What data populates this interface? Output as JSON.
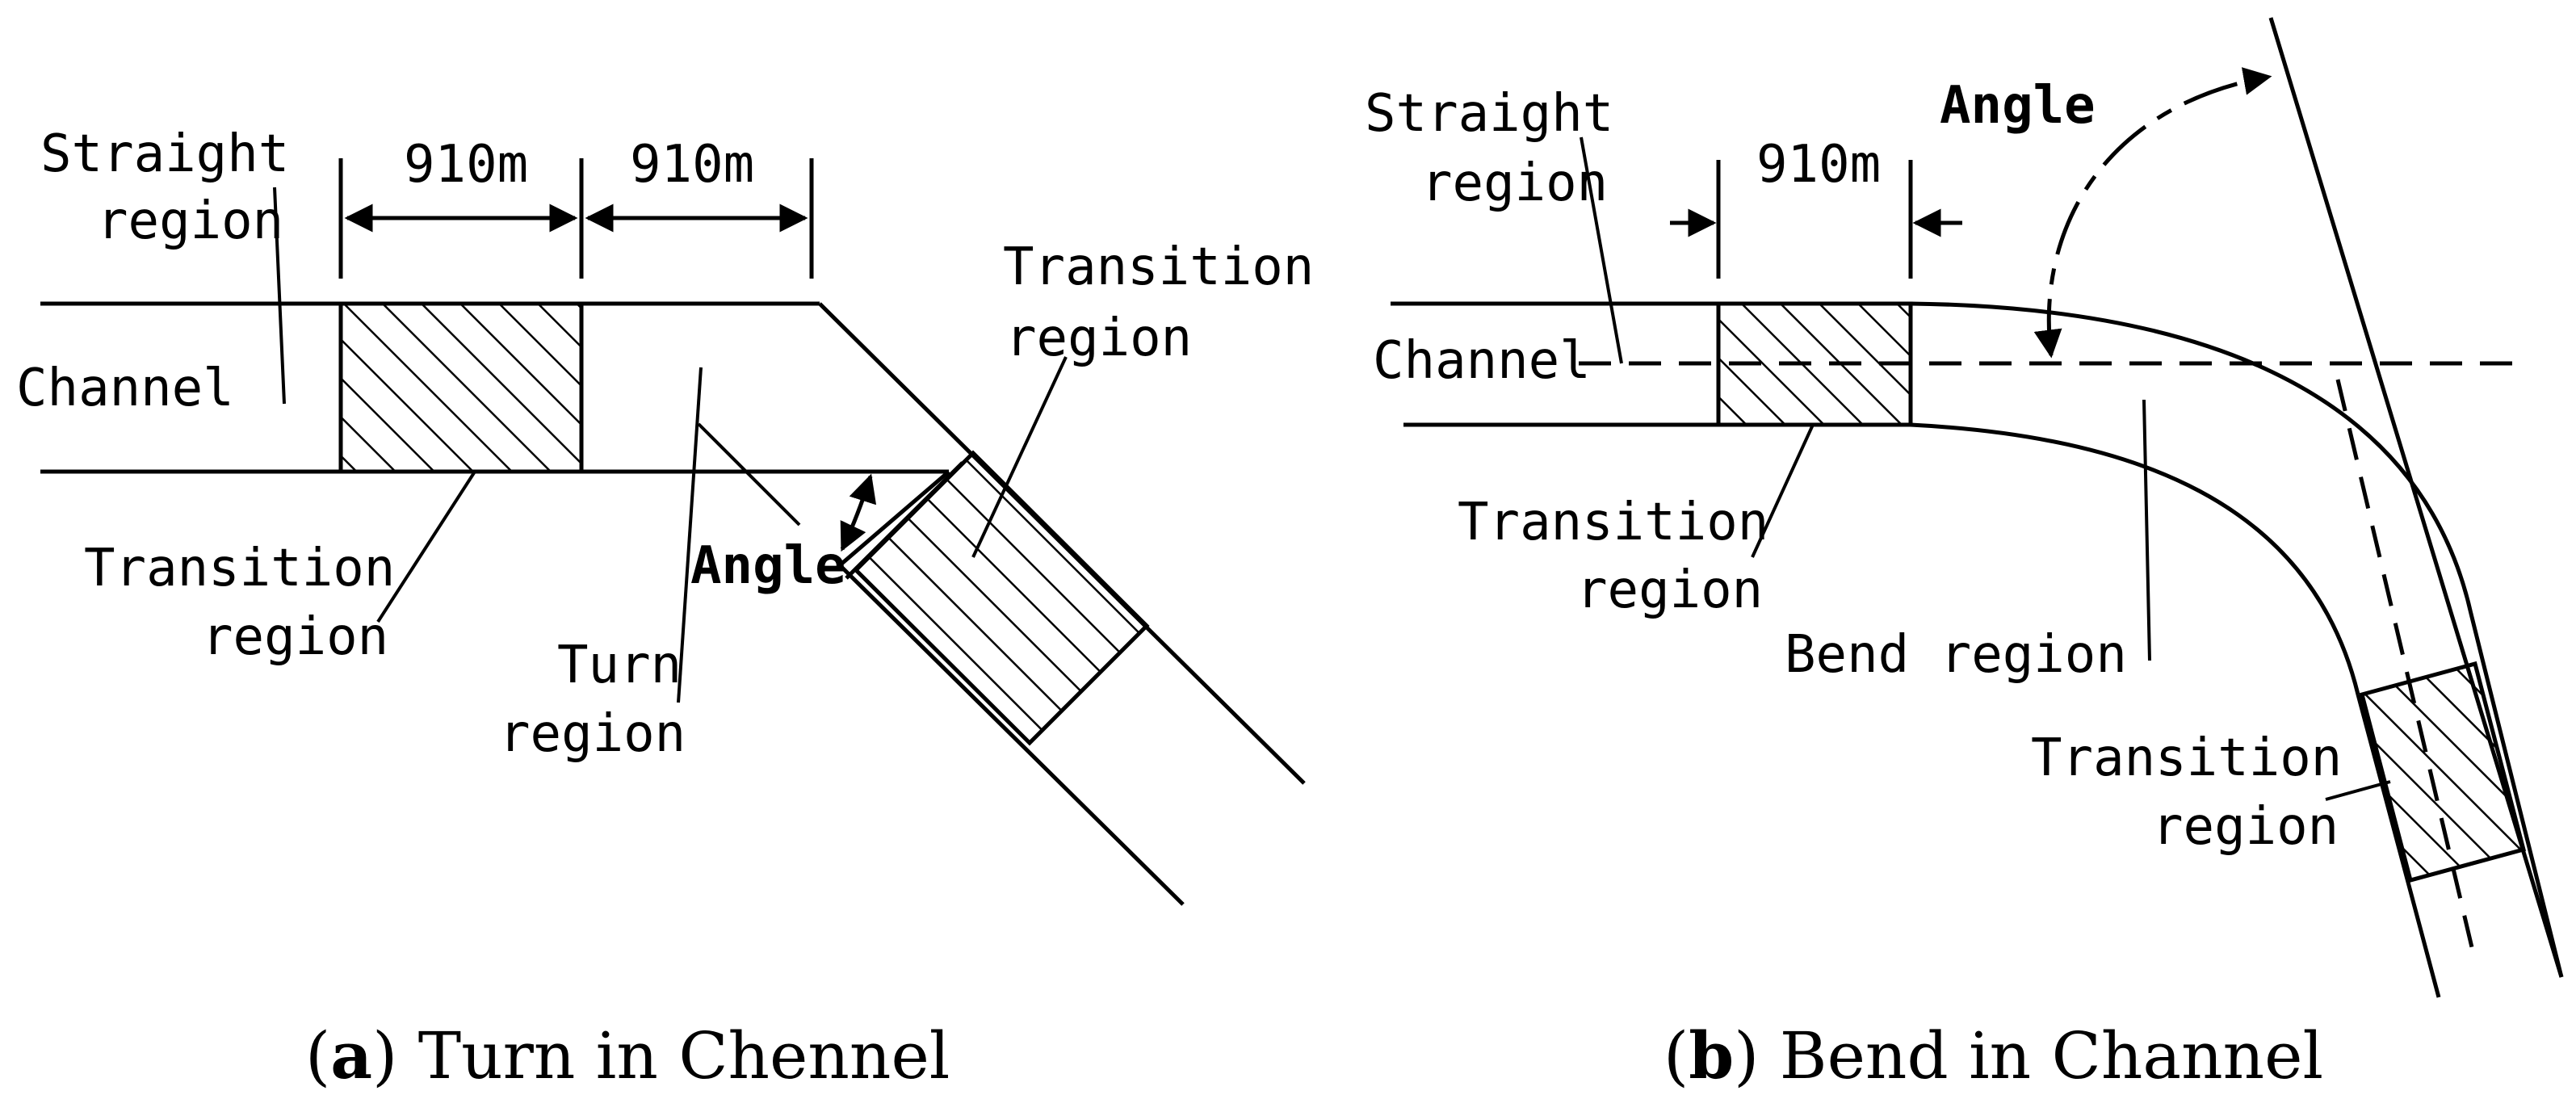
{
  "panel_a": {
    "label_straight_line1": "Straight",
    "label_straight_line2": "region",
    "dim_1": "910m",
    "dim_2": "910m",
    "label_channel": "Channel",
    "label_transition_left_line1": "Transition",
    "label_transition_left_line2": "region",
    "label_transition_right_line1": "Transition",
    "label_transition_right_line2": "region",
    "label_angle": "Angle",
    "label_turn_line1": "Turn",
    "label_turn_line2": "region",
    "caption_letter": "a",
    "caption_text": "Turn in Chennel"
  },
  "panel_b": {
    "label_straight_line1": "Straight",
    "label_straight_line2": "region",
    "dim_1": "910m",
    "label_angle": "Angle",
    "label_channel": "Channel",
    "label_transition_left_line1": "Transition",
    "label_transition_left_line2": "region",
    "label_bend": "Bend region",
    "label_transition_right_line1": "Transition",
    "label_transition_right_line2": "region",
    "caption_letter": "b",
    "caption_text": "Bend in Channel"
  }
}
